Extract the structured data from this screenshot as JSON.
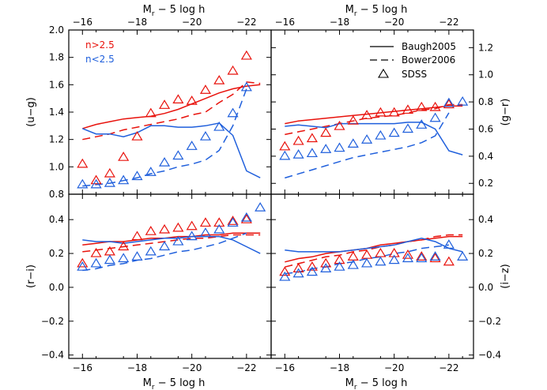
{
  "colors": {
    "red": "#e8120c",
    "blue": "#1f5fdc",
    "axis": "#000000"
  },
  "axes": {
    "x_label": "M",
    "x_label_sub": "r",
    "x_label_rest": " − 5 log h",
    "x_range": [
      -15.5,
      -22.9
    ],
    "x_ticks": [
      "−16",
      "−18",
      "−20",
      "−22"
    ],
    "x_tick_values": [
      -16,
      -18,
      -20,
      -22
    ]
  },
  "legend": {
    "lines": [
      {
        "label": "Baugh2005",
        "style": "solid"
      },
      {
        "label": "Bower2006",
        "style": "dashed"
      },
      {
        "label": "SDSS",
        "style": "triangle"
      }
    ],
    "morph": [
      {
        "label": "n>2.5",
        "color": "red"
      },
      {
        "label": "n<2.5",
        "color": "blue"
      }
    ]
  },
  "chart_data": [
    {
      "type": "line",
      "panel": "top-left",
      "ylabel": "(u−g)",
      "ylabel_side": "left",
      "ylim": [
        0.8,
        2.0
      ],
      "y_ticks": [
        "0.8",
        "1.0",
        "1.2",
        "1.4",
        "1.6",
        "1.8",
        "2.0"
      ],
      "y_tick_values": [
        0.8,
        1.0,
        1.2,
        1.4,
        1.6,
        1.8,
        2.0
      ],
      "series": [
        {
          "color": "red",
          "style": "solid",
          "x": [
            -16,
            -16.5,
            -17,
            -17.5,
            -18,
            -18.5,
            -19,
            -19.5,
            -20,
            -20.5,
            -21,
            -21.5,
            -22,
            -22.5
          ],
          "y": [
            1.28,
            1.31,
            1.33,
            1.35,
            1.36,
            1.37,
            1.39,
            1.42,
            1.46,
            1.5,
            1.54,
            1.57,
            1.59,
            1.6
          ]
        },
        {
          "color": "red",
          "style": "dashed",
          "x": [
            -16,
            -16.5,
            -17,
            -17.5,
            -18,
            -18.5,
            -19,
            -19.5,
            -20,
            -20.5,
            -21,
            -21.5,
            -22,
            -22.5
          ],
          "y": [
            1.2,
            1.22,
            1.24,
            1.27,
            1.29,
            1.31,
            1.33,
            1.35,
            1.38,
            1.4,
            1.47,
            1.53,
            1.62,
            1.61
          ]
        },
        {
          "color": "blue",
          "style": "solid",
          "x": [
            -16,
            -16.5,
            -17,
            -17.5,
            -18,
            -18.5,
            -19,
            -19.5,
            -20,
            -20.5,
            -21,
            -21.5,
            -22,
            -22.5
          ],
          "y": [
            1.28,
            1.24,
            1.24,
            1.22,
            1.25,
            1.3,
            1.3,
            1.29,
            1.29,
            1.3,
            1.32,
            1.23,
            0.97,
            0.92
          ]
        },
        {
          "color": "blue",
          "style": "dashed",
          "x": [
            -16,
            -16.5,
            -17,
            -17.5,
            -18,
            -18.5,
            -19,
            -19.5,
            -20,
            -20.5,
            -21,
            -21.5,
            -22
          ],
          "y": [
            0.86,
            0.87,
            0.88,
            0.9,
            0.92,
            0.95,
            0.97,
            1.0,
            1.02,
            1.05,
            1.12,
            1.3,
            1.57
          ]
        },
        {
          "color": "red",
          "style": "triangle",
          "x": [
            -16,
            -16.5,
            -17,
            -17.5,
            -18,
            -18.5,
            -19,
            -19.5,
            -20,
            -20.5,
            -21,
            -21.5,
            -22
          ],
          "y": [
            1.02,
            0.9,
            0.95,
            1.07,
            1.22,
            1.39,
            1.45,
            1.49,
            1.48,
            1.56,
            1.63,
            1.7,
            1.81
          ]
        },
        {
          "color": "blue",
          "style": "triangle",
          "x": [
            -16,
            -16.5,
            -17,
            -17.5,
            -18,
            -18.5,
            -19,
            -19.5,
            -20,
            -20.5,
            -21,
            -21.5,
            -22
          ],
          "y": [
            0.87,
            0.87,
            0.88,
            0.9,
            0.93,
            0.96,
            1.03,
            1.08,
            1.15,
            1.22,
            1.29,
            1.39,
            1.58
          ]
        }
      ]
    },
    {
      "type": "line",
      "panel": "top-right",
      "ylabel": "(g−r)",
      "ylabel_side": "right",
      "ylim": [
        0.12,
        1.33
      ],
      "y_ticks": [
        "0.2",
        "0.4",
        "0.6",
        "0.8",
        "1.0",
        "1.2"
      ],
      "y_tick_values": [
        0.2,
        0.4,
        0.6,
        0.8,
        1.0,
        1.2
      ],
      "series": [
        {
          "color": "red",
          "style": "solid",
          "x": [
            -16,
            -16.5,
            -17,
            -17.5,
            -18,
            -18.5,
            -19,
            -19.5,
            -20,
            -20.5,
            -21,
            -21.5,
            -22,
            -22.5
          ],
          "y": [
            0.64,
            0.66,
            0.67,
            0.68,
            0.69,
            0.7,
            0.71,
            0.72,
            0.73,
            0.74,
            0.75,
            0.76,
            0.77,
            0.77
          ]
        },
        {
          "color": "red",
          "style": "dashed",
          "x": [
            -16,
            -16.5,
            -17,
            -17.5,
            -18,
            -18.5,
            -19,
            -19.5,
            -20,
            -20.5,
            -21,
            -21.5,
            -22,
            -22.5
          ],
          "y": [
            0.56,
            0.58,
            0.6,
            0.62,
            0.64,
            0.66,
            0.68,
            0.69,
            0.7,
            0.72,
            0.74,
            0.75,
            0.78,
            0.78
          ]
        },
        {
          "color": "blue",
          "style": "solid",
          "x": [
            -16,
            -16.5,
            -17,
            -17.5,
            -18,
            -18.5,
            -19,
            -19.5,
            -20,
            -20.5,
            -21,
            -21.5,
            -22,
            -22.5
          ],
          "y": [
            0.62,
            0.63,
            0.62,
            0.61,
            0.64,
            0.64,
            0.64,
            0.64,
            0.64,
            0.65,
            0.65,
            0.6,
            0.44,
            0.41
          ]
        },
        {
          "color": "blue",
          "style": "dashed",
          "x": [
            -16,
            -16.5,
            -17,
            -17.5,
            -18,
            -18.5,
            -19,
            -19.5,
            -20,
            -20.5,
            -21,
            -21.5,
            -22
          ],
          "y": [
            0.24,
            0.27,
            0.3,
            0.33,
            0.36,
            0.39,
            0.41,
            0.43,
            0.45,
            0.47,
            0.5,
            0.55,
            0.72
          ]
        },
        {
          "color": "red",
          "style": "triangle",
          "x": [
            -16,
            -16.5,
            -17,
            -17.5,
            -18,
            -18.5,
            -19,
            -19.5,
            -20,
            -20.5,
            -21,
            -21.5,
            -22
          ],
          "y": [
            0.47,
            0.51,
            0.53,
            0.57,
            0.62,
            0.66,
            0.7,
            0.72,
            0.72,
            0.74,
            0.76,
            0.76,
            0.78
          ]
        },
        {
          "color": "blue",
          "style": "triangle",
          "x": [
            -16,
            -16.5,
            -17,
            -17.5,
            -18,
            -18.5,
            -19,
            -19.5,
            -20,
            -20.5,
            -21,
            -21.5,
            -22,
            -22.5
          ],
          "y": [
            0.4,
            0.41,
            0.42,
            0.45,
            0.46,
            0.49,
            0.52,
            0.55,
            0.57,
            0.6,
            0.63,
            0.68,
            0.79,
            0.8
          ]
        }
      ]
    },
    {
      "type": "line",
      "panel": "bottom-left",
      "ylabel": "(r−i)",
      "ylabel_side": "left",
      "ylim": [
        -0.42,
        0.55
      ],
      "y_ticks": [
        "−0.4",
        "−0.2",
        "0.0",
        "0.2",
        "0.4"
      ],
      "y_tick_values": [
        -0.4,
        -0.2,
        0.0,
        0.2,
        0.4
      ],
      "series": [
        {
          "color": "red",
          "style": "solid",
          "x": [
            -16,
            -16.5,
            -17,
            -17.5,
            -18,
            -18.5,
            -19,
            -19.5,
            -20,
            -20.5,
            -21,
            -21.5,
            -22,
            -22.5
          ],
          "y": [
            0.25,
            0.26,
            0.27,
            0.27,
            0.28,
            0.29,
            0.29,
            0.3,
            0.3,
            0.31,
            0.31,
            0.32,
            0.32,
            0.32
          ]
        },
        {
          "color": "red",
          "style": "dashed",
          "x": [
            -16,
            -16.5,
            -17,
            -17.5,
            -18,
            -18.5,
            -19,
            -19.5,
            -20,
            -20.5,
            -21,
            -21.5,
            -22,
            -22.5
          ],
          "y": [
            0.21,
            0.22,
            0.23,
            0.24,
            0.25,
            0.26,
            0.27,
            0.28,
            0.29,
            0.29,
            0.3,
            0.31,
            0.31,
            0.31
          ]
        },
        {
          "color": "blue",
          "style": "solid",
          "x": [
            -16,
            -16.5,
            -17,
            -17.5,
            -18,
            -18.5,
            -19,
            -19.5,
            -20,
            -20.5,
            -21,
            -21.5,
            -22,
            -22.5
          ],
          "y": [
            0.28,
            0.27,
            0.27,
            0.26,
            0.27,
            0.28,
            0.29,
            0.29,
            0.3,
            0.3,
            0.3,
            0.28,
            0.24,
            0.2
          ]
        },
        {
          "color": "blue",
          "style": "dashed",
          "x": [
            -16,
            -16.5,
            -17,
            -17.5,
            -18,
            -18.5,
            -19,
            -19.5,
            -20,
            -20.5,
            -21,
            -21.5,
            -22
          ],
          "y": [
            0.1,
            0.11,
            0.13,
            0.14,
            0.16,
            0.17,
            0.19,
            0.21,
            0.22,
            0.24,
            0.26,
            0.29,
            0.32
          ]
        },
        {
          "color": "red",
          "style": "triangle",
          "x": [
            -16,
            -16.5,
            -17,
            -17.5,
            -18,
            -18.5,
            -19,
            -19.5,
            -20,
            -20.5,
            -21,
            -21.5,
            -22
          ],
          "y": [
            0.14,
            0.2,
            0.21,
            0.24,
            0.3,
            0.33,
            0.34,
            0.35,
            0.36,
            0.38,
            0.38,
            0.39,
            0.4
          ]
        },
        {
          "color": "blue",
          "style": "triangle",
          "x": [
            -16,
            -16.5,
            -17,
            -17.5,
            -18,
            -18.5,
            -19,
            -19.5,
            -20,
            -20.5,
            -21,
            -21.5,
            -22,
            -22.5
          ],
          "y": [
            0.12,
            0.14,
            0.16,
            0.17,
            0.18,
            0.21,
            0.24,
            0.27,
            0.3,
            0.32,
            0.34,
            0.38,
            0.41,
            0.47
          ]
        }
      ]
    },
    {
      "type": "line",
      "panel": "bottom-right",
      "ylabel": "(i−z)",
      "ylabel_side": "right",
      "ylim": [
        -0.42,
        0.55
      ],
      "y_ticks": [
        "−0.4",
        "−0.2",
        "0.0",
        "0.2",
        "0.4"
      ],
      "y_tick_values": [
        -0.4,
        -0.2,
        0.0,
        0.2,
        0.4
      ],
      "series": [
        {
          "color": "red",
          "style": "solid",
          "x": [
            -16,
            -16.5,
            -17,
            -17.5,
            -18,
            -18.5,
            -19,
            -19.5,
            -20,
            -20.5,
            -21,
            -21.5,
            -22,
            -22.5
          ],
          "y": [
            0.15,
            0.17,
            0.18,
            0.2,
            0.21,
            0.22,
            0.23,
            0.25,
            0.26,
            0.27,
            0.28,
            0.29,
            0.3,
            0.3
          ]
        },
        {
          "color": "red",
          "style": "dashed",
          "x": [
            -16,
            -16.5,
            -17,
            -17.5,
            -18,
            -18.5,
            -19,
            -19.5,
            -20,
            -20.5,
            -21,
            -21.5,
            -22,
            -22.5
          ],
          "y": [
            0.12,
            0.14,
            0.16,
            0.18,
            0.19,
            0.21,
            0.22,
            0.24,
            0.25,
            0.27,
            0.28,
            0.3,
            0.31,
            0.31
          ]
        },
        {
          "color": "blue",
          "style": "solid",
          "x": [
            -16,
            -16.5,
            -17,
            -17.5,
            -18,
            -18.5,
            -19,
            -19.5,
            -20,
            -20.5,
            -21,
            -21.5,
            -22,
            -22.5
          ],
          "y": [
            0.22,
            0.21,
            0.21,
            0.21,
            0.21,
            0.22,
            0.23,
            0.24,
            0.25,
            0.27,
            0.29,
            0.27,
            0.23,
            0.21
          ]
        },
        {
          "color": "blue",
          "style": "dashed",
          "x": [
            -16,
            -16.5,
            -17,
            -17.5,
            -18,
            -18.5,
            -19,
            -19.5,
            -20,
            -20.5,
            -21,
            -21.5,
            -22
          ],
          "y": [
            0.08,
            0.09,
            0.11,
            0.12,
            0.14,
            0.15,
            0.17,
            0.18,
            0.2,
            0.21,
            0.23,
            0.24,
            0.25
          ]
        },
        {
          "color": "red",
          "style": "triangle",
          "x": [
            -16,
            -16.5,
            -17,
            -17.5,
            -18,
            -18.5,
            -19,
            -19.5,
            -20,
            -20.5,
            -21,
            -21.5,
            -22
          ],
          "y": [
            0.09,
            0.11,
            0.12,
            0.14,
            0.16,
            0.18,
            0.19,
            0.2,
            0.2,
            0.19,
            0.18,
            0.17,
            0.15
          ]
        },
        {
          "color": "blue",
          "style": "triangle",
          "x": [
            -16,
            -16.5,
            -17,
            -17.5,
            -18,
            -18.5,
            -19,
            -19.5,
            -20,
            -20.5,
            -21,
            -21.5,
            -22,
            -22.5
          ],
          "y": [
            0.06,
            0.08,
            0.09,
            0.11,
            0.12,
            0.13,
            0.14,
            0.15,
            0.16,
            0.17,
            0.17,
            0.18,
            0.25,
            0.18
          ]
        }
      ]
    }
  ]
}
